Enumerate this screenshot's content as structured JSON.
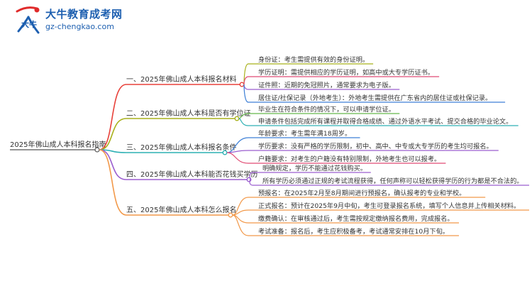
{
  "logo": {
    "title": "大牛教育成考网",
    "url": "gz-chengkao.com",
    "mark_text": "大牛"
  },
  "colors": {
    "red": "#e8413a",
    "pink": "#e14b73",
    "olive": "#a8b11b",
    "green": "#64b84a",
    "teal": "#2db0b4",
    "blue": "#3d7fd6",
    "purple": "#9b5ecf",
    "orange": "#f2994a",
    "root_line": "#555555",
    "text": "#333333",
    "logo_blue": "#1d5fb0",
    "logo_red": "#e02b2b"
  },
  "root": {
    "label": "2025年佛山成人本科报名指南"
  },
  "branches": [
    {
      "label": "一、2025年佛山成人本科报名材料",
      "color": "#e8413a",
      "children": [
        {
          "label": "身份证：考生需提供有效的身份证明。",
          "color": "#a8b11b"
        },
        {
          "label": "学历证明：需提供相应的学历证明，如高中或大专学历证书。",
          "color": "#e14b73"
        },
        {
          "label": "证件照：近期的免冠照片，通常要求为电子版。",
          "color": "#9b5ecf"
        },
        {
          "label": "居住证/社保记录（外地考生）：外地考生需提供在广东省内的居住证或社保记录。",
          "color": "#3d7fd6"
        }
      ]
    },
    {
      "label": "二、2025年佛山成人本科是否有学位证",
      "color": "#a8b11b",
      "children": [
        {
          "label": "毕业生在符合条件的情况下，可以申请学位证。",
          "color": "#64b84a"
        },
        {
          "label": "申请条件包括完成所有课程并取得合格成绩、通过外语水平考试、提交合格的毕业论文。",
          "color": "#2db0b4"
        }
      ]
    },
    {
      "label": "三、2025年佛山成人本科报名条件",
      "color": "#2db0b4",
      "children": [
        {
          "label": "年龄要求：考生需年满18周岁。",
          "color": "#3d7fd6"
        },
        {
          "label": "学历要求：没有严格的学历限制，初中、高中、中专或大专学历的考生均可报名。",
          "color": "#9b5ecf"
        },
        {
          "label": "户籍要求：对考生的户籍没有特别限制，外地考生也可以报考。",
          "color": "#e14b73"
        }
      ]
    },
    {
      "label": "四、2025年佛山成人本科能否花钱买学历",
      "color": "#9b5ecf",
      "children": [
        {
          "label": "明确规定，学历不能通过花钱购买。",
          "color": "#9b5ecf"
        },
        {
          "label": "所有学历必须通过正规的考试流程获得，任何声称可以轻松获得学历的行为都是不合法的。",
          "color": "#9b5ecf"
        }
      ]
    },
    {
      "label": "五、2025年佛山成人本科怎么报名",
      "color": "#f2994a",
      "children": [
        {
          "label": "预报名：在2025年2月至8月期间进行预报名，确认报考的专业和学校。",
          "color": "#f2994a"
        },
        {
          "label": "正式报名：预计在2025年9月中旬，考生可登录报名系统，填写个人信息并上传相关材料。",
          "color": "#f2994a"
        },
        {
          "label": "缴费确认：在审核通过后，考生需按规定缴纳报名费用，完成报名。",
          "color": "#f2994a"
        },
        {
          "label": "考试准备：报名后，考生应积极备考，考试通常安排在10月下旬。",
          "color": "#f2994a"
        }
      ]
    }
  ]
}
